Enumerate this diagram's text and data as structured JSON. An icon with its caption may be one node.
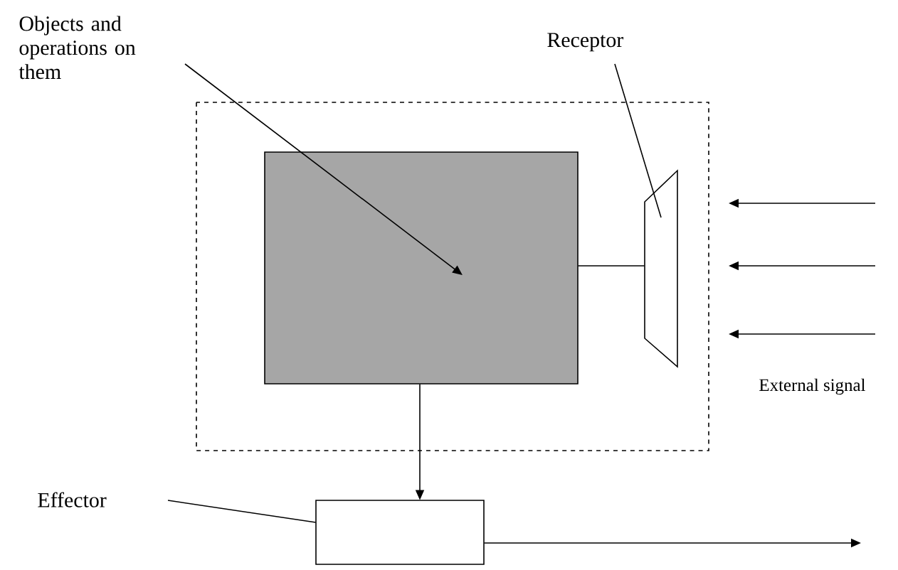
{
  "diagram": {
    "nodes": [
      {
        "text": [],
        "shape": "box"
      },
      {
        "text": [],
        "shape": "box",
        "in": 0
      },
      {
        "text": [],
        "shape": "trapezoid",
        "in": 0
      },
      {
        "text": [
          "Objects and operations on them"
        ]
      },
      {
        "text": [
          "Receptor"
        ]
      },
      {
        "text": [
          "Effector"
        ]
      },
      {
        "text": [],
        "shape": "box"
      }
    ],
    "edges": [
      {
        "from": 3,
        "to": 1,
        "arrow": "to"
      },
      {
        "from": 4,
        "to": 2,
        "arrow": "none"
      },
      {
        "from": 1,
        "to": 2,
        "arrow": "none"
      },
      {
        "from": 1,
        "to": 6,
        "arrow": "to"
      },
      {
        "from": 5,
        "to": 6,
        "arrow": "none"
      },
      {
        "from": 6,
        "to": null,
        "arrow": "to"
      }
    ],
    "labels": [
      "External signal"
    ]
  }
}
